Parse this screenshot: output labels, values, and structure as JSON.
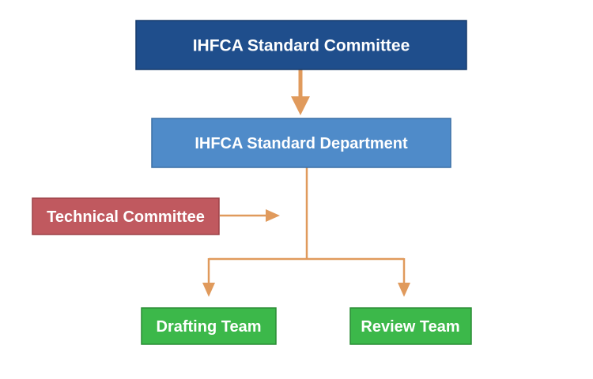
{
  "nodes": {
    "standard_committee": {
      "label": "IHFCA Standard Committee",
      "fill": "#1f4e8c",
      "stroke": "#163a6b"
    },
    "standard_department": {
      "label": "IHFCA Standard Department",
      "fill": "#4f8bc9",
      "stroke": "#3a6fa6"
    },
    "technical_committee": {
      "label": "Technical Committee",
      "fill": "#c0595f",
      "stroke": "#9c4046"
    },
    "drafting_team": {
      "label": "Drafting Team",
      "fill": "#3cb84a",
      "stroke": "#2a8c35"
    },
    "review_team": {
      "label": "Review Team",
      "fill": "#3cb84a",
      "stroke": "#2a8c35"
    }
  },
  "connector_color": "#e09a5c"
}
